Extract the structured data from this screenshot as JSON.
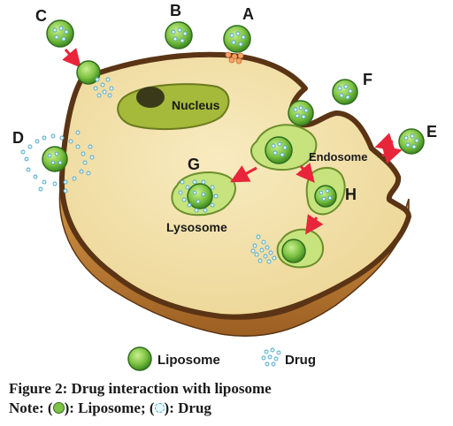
{
  "labels": {
    "A": "A",
    "B": "B",
    "C": "C",
    "D": "D",
    "E": "E",
    "F": "F",
    "G": "G",
    "H": "H"
  },
  "organelles": {
    "nucleus": "Nucleus",
    "endosome": "Endosome",
    "lysosome": "Lysosome"
  },
  "legend": {
    "liposome": "Liposome",
    "drug": "Drug"
  },
  "caption": {
    "title": "Figure 2: Drug interaction with liposome",
    "note_prefix": "Note: (",
    "note_mid1": "): Liposome; (",
    "note_mid2": "): Drug"
  },
  "colors": {
    "cytoplasm": "#f3e2ad",
    "membrane": "#5a3414",
    "cell_side": "#c8883e",
    "liposome": "#7dc242",
    "organelle": "#c6e37e",
    "nucleus": "#a5b93a",
    "drug": "#4aa6c8",
    "arrow": "#e8253a"
  }
}
